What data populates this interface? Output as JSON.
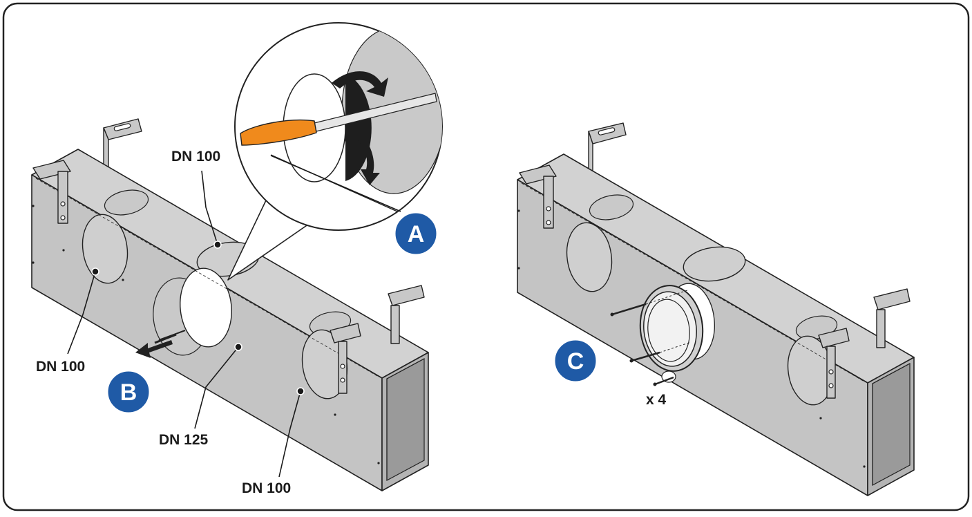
{
  "labels": {
    "dn100_top": "DN 100",
    "dn100_left": "DN 100",
    "dn125": "DN 125",
    "dn100_right": "DN 100",
    "quantity": "x 4"
  },
  "badges": {
    "a": "A",
    "b": "B",
    "c": "C"
  },
  "colors": {
    "badge": "#1f5aa6",
    "screwdriver_handle": "#f08a1c",
    "frame": "#222222"
  }
}
